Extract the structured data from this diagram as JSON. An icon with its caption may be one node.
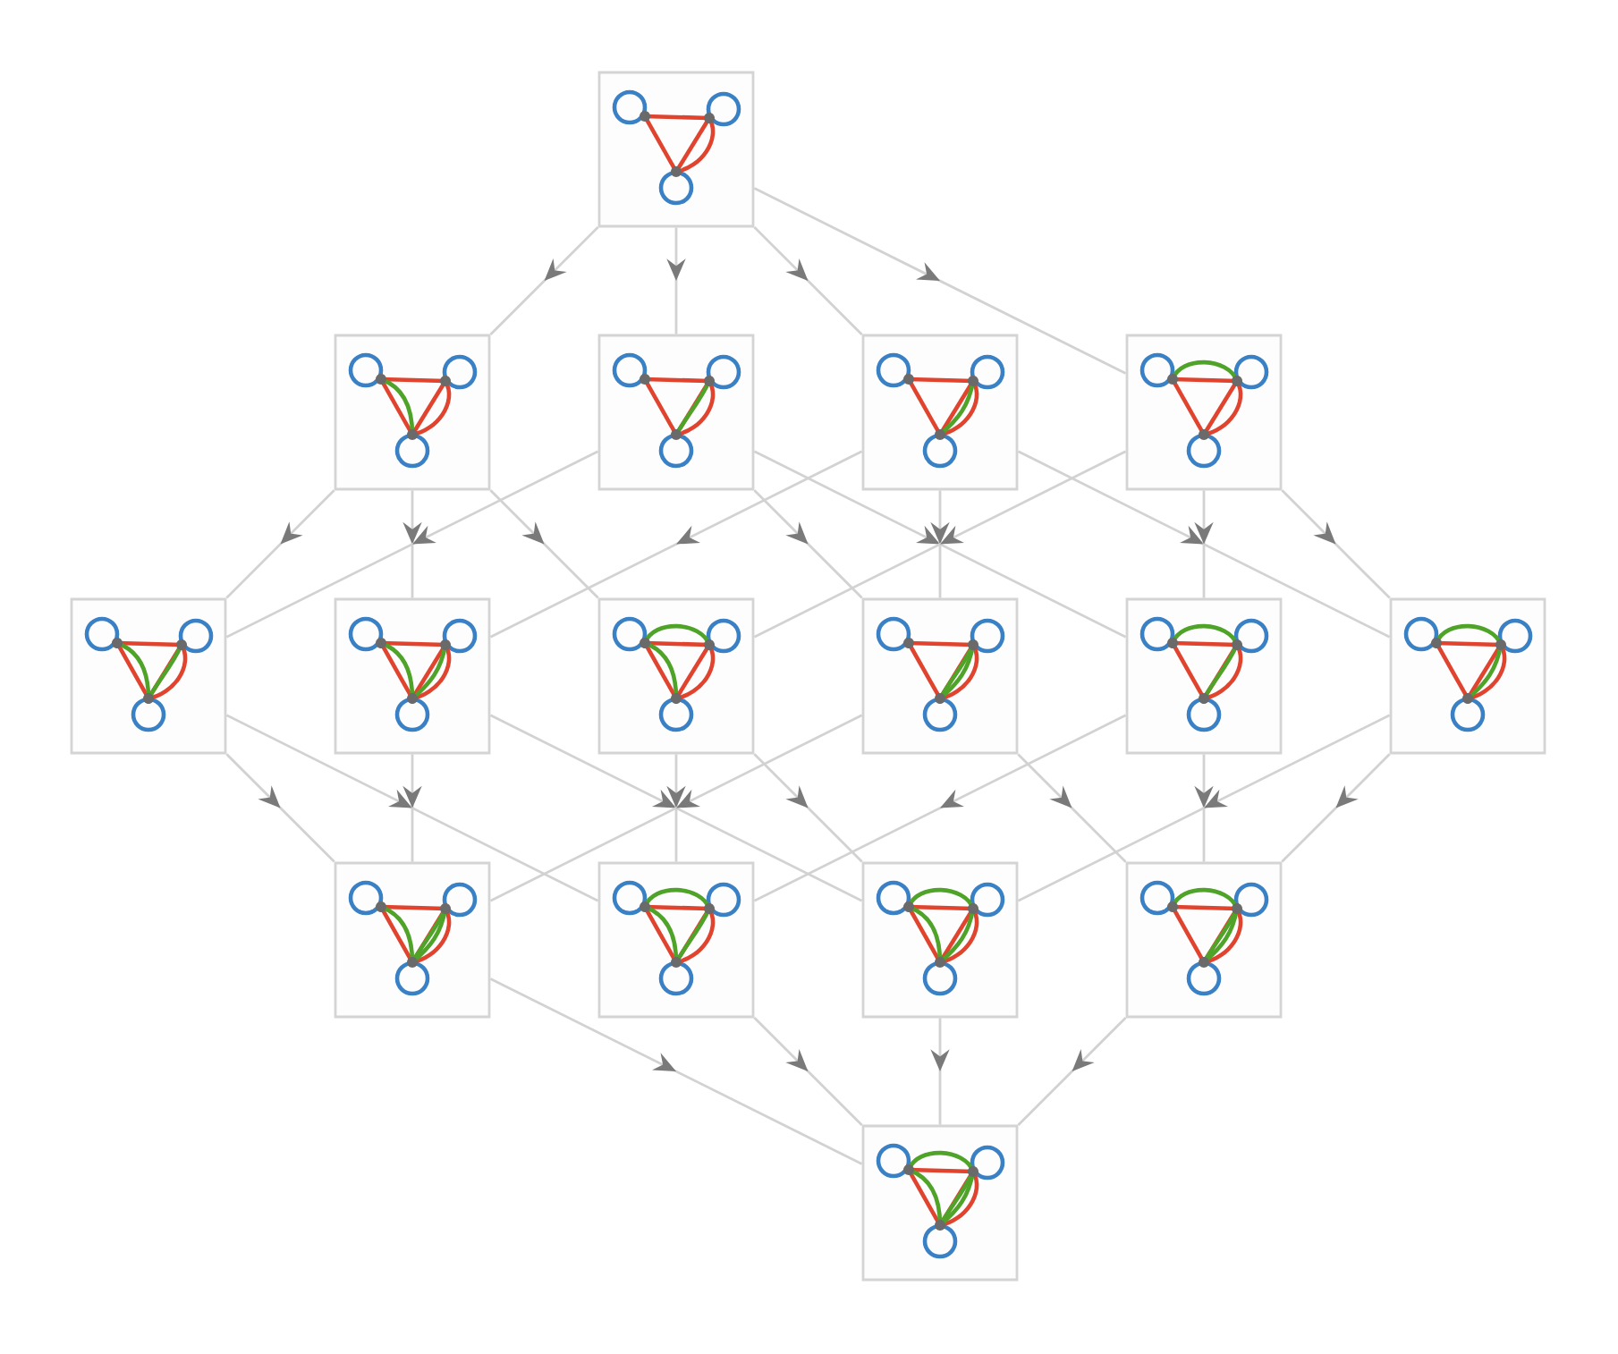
{
  "diagram": {
    "nodes": [
      {
        "text": [],
        "shape": "picture"
      },
      {
        "text": [],
        "shape": "picture"
      },
      {
        "text": [],
        "shape": "picture"
      },
      {
        "text": [],
        "shape": "picture"
      },
      {
        "text": [],
        "shape": "picture"
      },
      {
        "text": [],
        "shape": "picture"
      },
      {
        "text": [],
        "shape": "picture"
      },
      {
        "text": [],
        "shape": "picture"
      },
      {
        "text": [],
        "shape": "picture"
      },
      {
        "text": [],
        "shape": "picture"
      },
      {
        "text": [],
        "shape": "picture"
      },
      {
        "text": [],
        "shape": "picture"
      },
      {
        "text": [],
        "shape": "picture"
      },
      {
        "text": [],
        "shape": "picture"
      },
      {
        "text": [],
        "shape": "picture"
      },
      {
        "text": [],
        "shape": "picture"
      }
    ],
    "edges": [
      {
        "from": 0,
        "to": 1,
        "arrow": "to"
      },
      {
        "from": 0,
        "to": 2,
        "arrow": "to"
      },
      {
        "from": 0,
        "to": 3,
        "arrow": "to"
      },
      {
        "from": 0,
        "to": 4,
        "arrow": "to"
      },
      {
        "from": 1,
        "to": 5,
        "arrow": "to"
      },
      {
        "from": 1,
        "to": 6,
        "arrow": "to"
      },
      {
        "from": 1,
        "to": 7,
        "arrow": "to"
      },
      {
        "from": 2,
        "to": 5,
        "arrow": "to"
      },
      {
        "from": 2,
        "to": 8,
        "arrow": "to"
      },
      {
        "from": 2,
        "to": 9,
        "arrow": "to"
      },
      {
        "from": 3,
        "to": 6,
        "arrow": "to"
      },
      {
        "from": 3,
        "to": 8,
        "arrow": "to"
      },
      {
        "from": 3,
        "to": 10,
        "arrow": "to"
      },
      {
        "from": 4,
        "to": 7,
        "arrow": "to"
      },
      {
        "from": 4,
        "to": 9,
        "arrow": "to"
      },
      {
        "from": 4,
        "to": 10,
        "arrow": "to"
      },
      {
        "from": 5,
        "to": 11,
        "arrow": "to"
      },
      {
        "from": 5,
        "to": 12,
        "arrow": "to"
      },
      {
        "from": 6,
        "to": 11,
        "arrow": "to"
      },
      {
        "from": 6,
        "to": 13,
        "arrow": "to"
      },
      {
        "from": 7,
        "to": 12,
        "arrow": "to"
      },
      {
        "from": 7,
        "to": 13,
        "arrow": "to"
      },
      {
        "from": 8,
        "to": 11,
        "arrow": "to"
      },
      {
        "from": 8,
        "to": 14,
        "arrow": "to"
      },
      {
        "from": 9,
        "to": 12,
        "arrow": "to"
      },
      {
        "from": 9,
        "to": 14,
        "arrow": "to"
      },
      {
        "from": 10,
        "to": 13,
        "arrow": "to"
      },
      {
        "from": 10,
        "to": 14,
        "arrow": "to"
      },
      {
        "from": 11,
        "to": 15,
        "arrow": "to"
      },
      {
        "from": 12,
        "to": 15,
        "arrow": "to"
      },
      {
        "from": 13,
        "to": 15,
        "arrow": "to"
      },
      {
        "from": 14,
        "to": 15,
        "arrow": "to"
      }
    ]
  }
}
